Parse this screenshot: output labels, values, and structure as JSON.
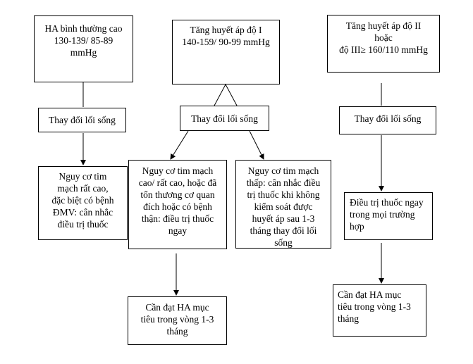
{
  "column1": {
    "top": [
      "HA bình thường cao",
      "130-139/ 85-89",
      "mmHg"
    ],
    "action": "Thay đổi lối sống",
    "outcome": [
      "Nguy cơ tim",
      "mạch rất cao,",
      "đặc biệt có bệnh",
      "ĐMV: cân nhắc",
      "điều trị thuốc"
    ]
  },
  "column2": {
    "top": [
      "Tăng huyết áp độ I",
      "140-159/ 90-99 mmHg"
    ],
    "action": "Thay đổi lối sống",
    "outcome_high": [
      "Nguy cơ tim mạch",
      "cao/ rất cao, hoặc đã",
      "tổn thương cơ quan",
      "đích hoặc có bệnh",
      "thận: điều trị thuốc",
      "ngay"
    ],
    "outcome_low": [
      "Nguy cơ tim mạch",
      "thấp: cân nhắc điều",
      "trị thuốc khi không",
      "kiểm soát được",
      "huyết áp sau 1-3",
      "tháng thay đổi lối",
      "sống"
    ],
    "target": [
      "Cần đạt HA mục",
      "tiêu trong vòng 1-3",
      "tháng"
    ]
  },
  "column3": {
    "top": [
      "Tăng huyết áp độ II",
      "hoặc",
      "độ III≥ 160/110 mmHg"
    ],
    "action": "Thay đổi lối sống",
    "outcome": [
      "Điều trị thuốc ngay",
      "trong mọi trường",
      "hợp"
    ],
    "target": [
      "Cần đạt HA mục",
      "tiêu trong vòng 1-3",
      "tháng"
    ]
  }
}
